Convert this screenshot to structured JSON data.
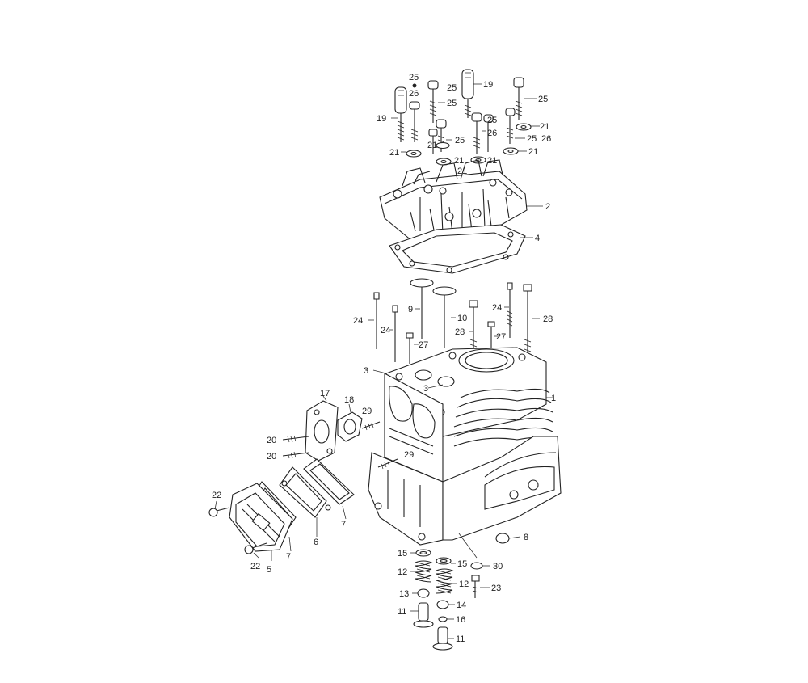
{
  "figure": {
    "background": "#ffffff",
    "line_color": "#222222"
  },
  "callouts": {
    "c25_a": "25",
    "c26_a": "26",
    "c19_left": "19",
    "c25_b": "25",
    "c25_c": "25",
    "c19_right": "19",
    "c25_d": "25",
    "c21_a": "21",
    "c25_e": "25",
    "c26_b": "26",
    "c21_b": "21",
    "c25_f": "25",
    "c21_c": "21",
    "c21_d": "21",
    "c25_g": "25",
    "c26_c": "26",
    "c21_e": "21",
    "c21_f": "21",
    "c21_g": "21",
    "c2": "2",
    "c4": "4",
    "c9": "9",
    "c10": "10",
    "c24_a": "24",
    "c24_b": "24",
    "c24_c": "24",
    "c27_a": "27",
    "c27_b": "27",
    "c28_a": "28",
    "c28_b": "28",
    "c3_a": "3",
    "c3_b": "3",
    "c1": "1",
    "c17": "17",
    "c18": "18",
    "c29_a": "29",
    "c29_b": "29",
    "c20_a": "20",
    "c20_b": "20",
    "c22_a": "22",
    "c22_b": "22",
    "c5": "5",
    "c7_a": "7",
    "c7_b": "7",
    "c6": "6",
    "c8": "8",
    "c15_a": "15",
    "c15_b": "15",
    "c30": "30",
    "c12_a": "12",
    "c12_b": "12",
    "c13": "13",
    "c14": "14",
    "c23": "23",
    "c11_a": "11",
    "c11_b": "11",
    "c16": "16"
  }
}
